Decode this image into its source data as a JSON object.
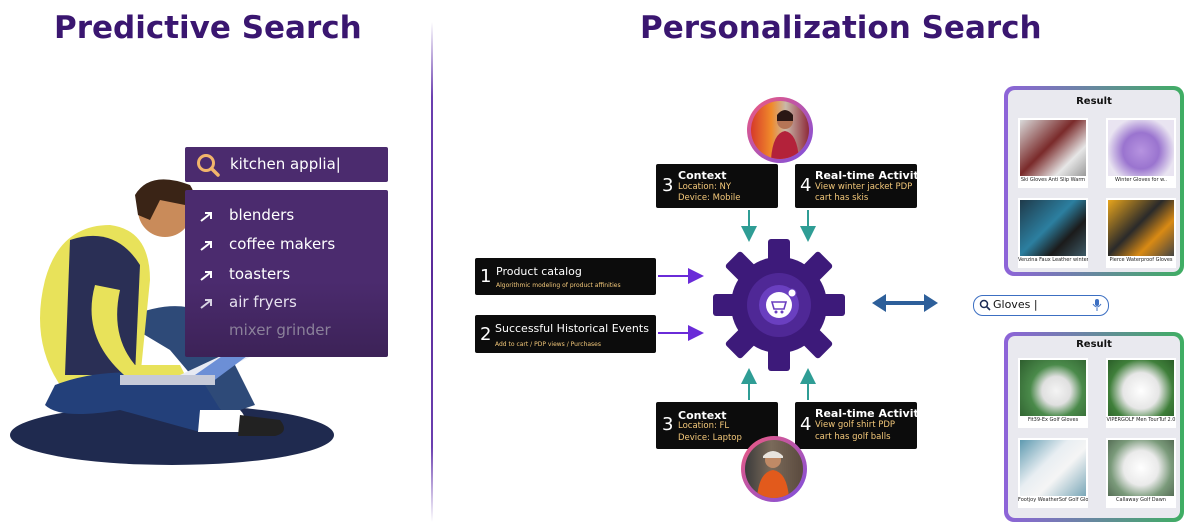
{
  "left": {
    "title": "Predictive Search",
    "search_text": "kitchen applia|",
    "suggestions": [
      "blenders",
      "coffee makers",
      "toasters",
      "air fryers",
      "mixer grinder"
    ]
  },
  "right": {
    "title": "Personalization Search",
    "inputs": [
      {
        "num": "1",
        "label": "Product catalog",
        "sub": "Algorithmic modeling of product affinities"
      },
      {
        "num": "2",
        "label": "Successful Historical Events",
        "sub": "Add to cart / PDP views / Purchases"
      }
    ],
    "top": {
      "context": {
        "num": "3",
        "label": "Context",
        "lines": [
          "Location: NY",
          "Device: Mobile"
        ]
      },
      "activity": {
        "num": "4",
        "label": "Real-time Activity",
        "lines": [
          "View winter jacket PDP",
          "cart has skis"
        ]
      }
    },
    "bottom": {
      "context": {
        "num": "3",
        "label": "Context",
        "lines": [
          "Location: FL",
          "Device: Laptop"
        ]
      },
      "activity": {
        "num": "4",
        "label": "Real-time Activity",
        "lines": [
          "View golf shirt PDP",
          "cart has golf balls"
        ]
      }
    },
    "search_text": "Gloves |",
    "result_top": {
      "title": "Result",
      "items": [
        "Ski Gloves Anti Slip Warm",
        "Winter Gloves for w..",
        "Venzina Faux Leather winter",
        "Pierce Waterproof Gloves"
      ]
    },
    "result_bottom": {
      "title": "Result",
      "items": [
        "Fit39-Ex Golf Gloves",
        "VIPERGOLF Men TourTuf 2.0",
        "Footjoy WeatherSof Golf Glove",
        "Callaway Golf Dawn"
      ]
    }
  },
  "colors": {
    "title": "#3a1670",
    "search_panel": "#4b2b6e",
    "gear": "#3d1a7a",
    "arrow_purple": "#6a2bd8",
    "arrow_teal": "#2f9d95",
    "arrow_blue": "#2d5f9a",
    "accent_orange": "#f3c87a"
  }
}
